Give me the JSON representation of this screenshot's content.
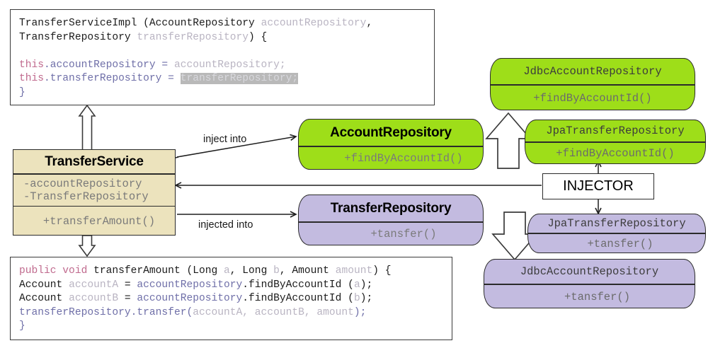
{
  "diagram": {
    "title": "Dependency Injection UML diagram",
    "colors": {
      "green": "#9ede19",
      "purple": "#c3bbe0",
      "tan": "#ece3bd",
      "stroke": "#2b2b2b",
      "white": "#ffffff"
    }
  },
  "code_top": {
    "lines": [
      [
        {
          "t": "TransferServiceImpl (AccountRepository ",
          "c": "plain"
        },
        {
          "t": "accountRepository",
          "c": "pl"
        },
        {
          "t": ",",
          "c": "plain"
        }
      ],
      [
        {
          "t": "TransferRepository ",
          "c": "plain"
        },
        {
          "t": "transferRepository",
          "c": "pl"
        },
        {
          "t": ") {",
          "c": "plain"
        }
      ],
      [
        {
          "t": "",
          "c": "plain"
        }
      ],
      [
        {
          "t": "this",
          "c": "kw"
        },
        {
          "t": ".accountRepository = ",
          "c": "var"
        },
        {
          "t": "accountRepository;",
          "c": "pl"
        }
      ],
      [
        {
          "t": "this",
          "c": "kw"
        },
        {
          "t": ".transferRepository = ",
          "c": "var"
        },
        {
          "t": "transferRepository;",
          "c": "hl"
        }
      ],
      [
        {
          "t": "}",
          "c": "var"
        }
      ]
    ]
  },
  "code_bottom": {
    "lines": [
      [
        {
          "t": "public void ",
          "c": "kw"
        },
        {
          "t": "transferAmount (Long ",
          "c": "plain"
        },
        {
          "t": "a",
          "c": "pl"
        },
        {
          "t": ", Long ",
          "c": "plain"
        },
        {
          "t": "b",
          "c": "pl"
        },
        {
          "t": ", Amount ",
          "c": "plain"
        },
        {
          "t": "amount",
          "c": "pl"
        },
        {
          "t": ") {",
          "c": "plain"
        }
      ],
      [
        {
          "t": "Account ",
          "c": "plain"
        },
        {
          "t": "accountA",
          "c": "pl"
        },
        {
          "t": " = ",
          "c": "plain"
        },
        {
          "t": "accountRepository",
          "c": "var"
        },
        {
          "t": ".findByAccountId (",
          "c": "plain"
        },
        {
          "t": "a",
          "c": "pl"
        },
        {
          "t": ");",
          "c": "plain"
        }
      ],
      [
        {
          "t": "Account ",
          "c": "plain"
        },
        {
          "t": "accountB",
          "c": "pl"
        },
        {
          "t": " = ",
          "c": "plain"
        },
        {
          "t": "accountRepository",
          "c": "var"
        },
        {
          "t": ".findByAccountId (",
          "c": "plain"
        },
        {
          "t": "b",
          "c": "pl"
        },
        {
          "t": ");",
          "c": "plain"
        }
      ],
      [
        {
          "t": "transferRepository",
          "c": "var"
        },
        {
          "t": ".transfer(",
          "c": "var"
        },
        {
          "t": "accountA, accountB, amount",
          "c": "pl"
        },
        {
          "t": ");",
          "c": "var"
        }
      ],
      [
        {
          "t": "}",
          "c": "var"
        }
      ]
    ]
  },
  "classes": {
    "transfer_service": {
      "name": "TransferService",
      "fields": [
        "-accountRepository",
        "-TransferRepository"
      ],
      "methods": [
        "+transferAmount()"
      ],
      "color": "tan"
    },
    "account_repository": {
      "name": "AccountRepository",
      "methods": [
        "+findByAccountId()"
      ],
      "color": "green"
    },
    "transfer_repository": {
      "name": "TransferRepository",
      "methods": [
        "+tansfer()"
      ],
      "color": "purple"
    },
    "jdbc_account_repository": {
      "name": "JdbcAccountRepository",
      "methods": [
        "+findByAccountId()"
      ],
      "color": "green"
    },
    "jpa_transfer_repository_green": {
      "name": "JpaTransferRepository",
      "methods": [
        "+findByAccountId()"
      ],
      "color": "green"
    },
    "jpa_transfer_repository_purple": {
      "name": "JpaTransferRepository",
      "methods": [
        "+tansfer()"
      ],
      "color": "purple"
    },
    "jdbc_account_repository_purple": {
      "name": "JdbcAccountRepository",
      "methods": [
        "+tansfer()"
      ],
      "color": "purple"
    }
  },
  "injector": {
    "label": "INJECTOR"
  },
  "edges": {
    "inject_into": "inject into",
    "injected_into": "injected into"
  }
}
